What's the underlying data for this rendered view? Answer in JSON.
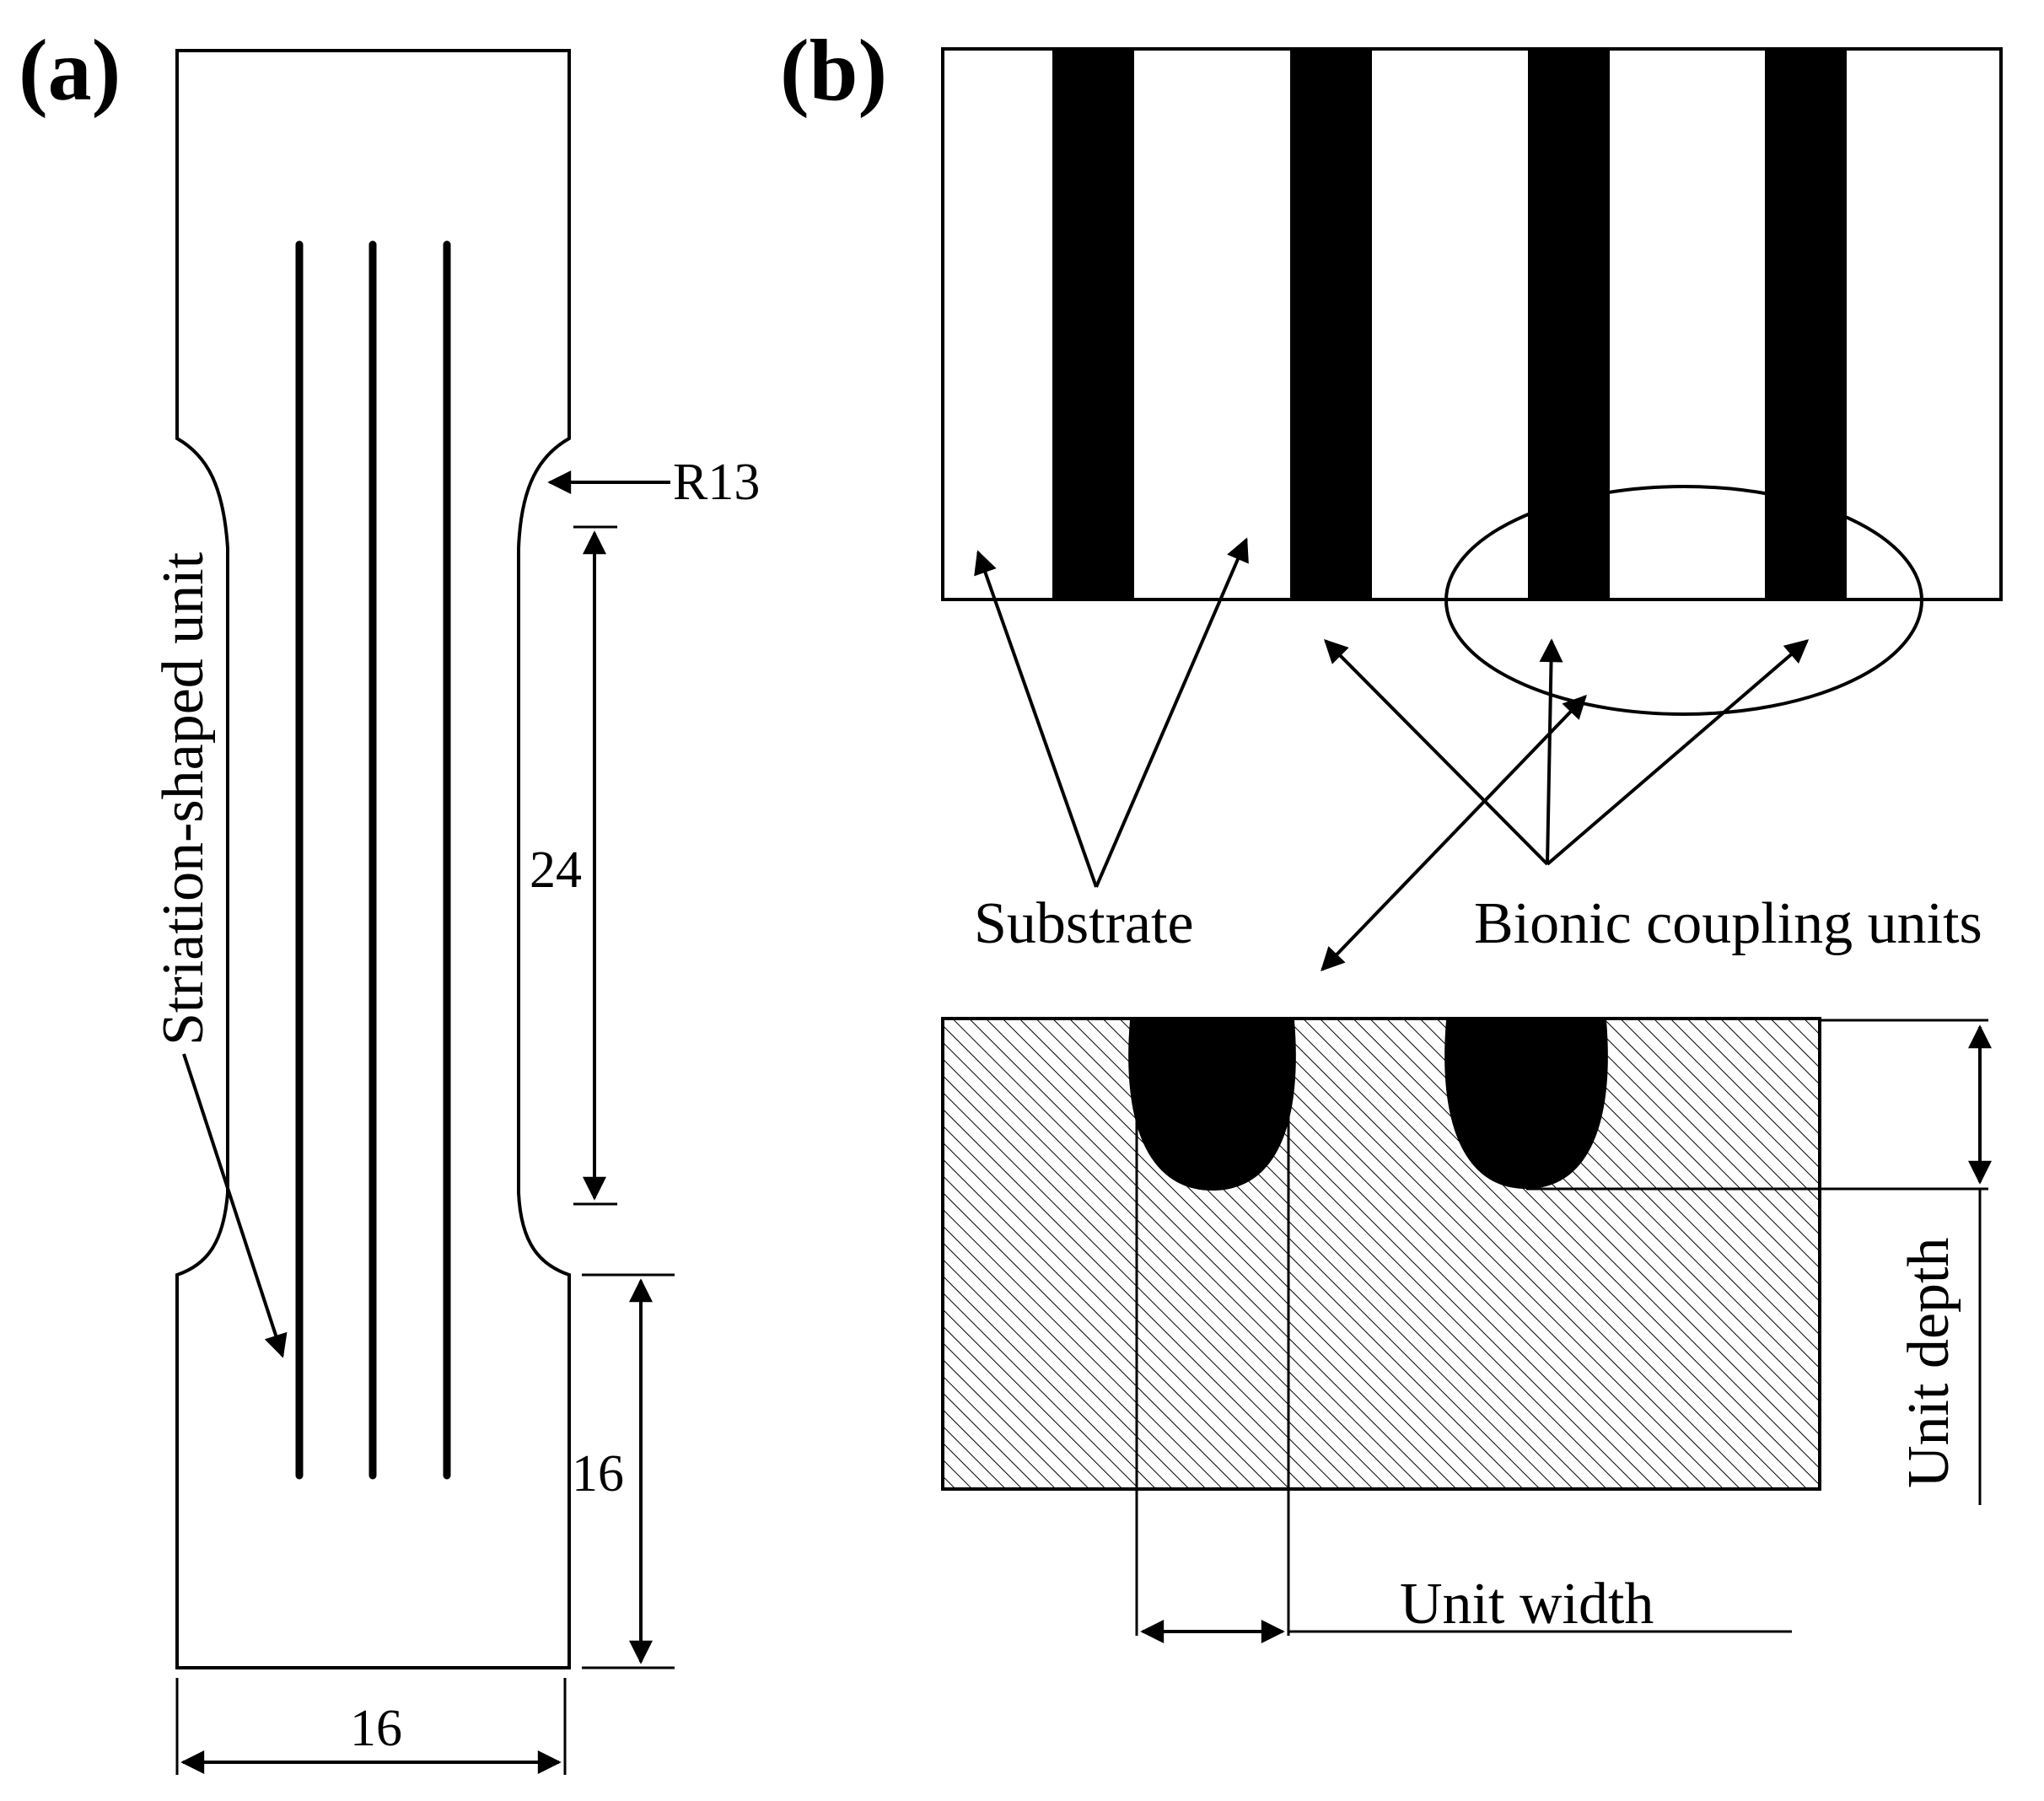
{
  "panel_a": {
    "label": "(a)",
    "radius_label": "R13",
    "gauge_length": "24",
    "grip_length": "16",
    "width": "16",
    "striation_label": "Striation-shaped unit"
  },
  "panel_b": {
    "label": "(b)",
    "substrate_label": "Substrate",
    "units_label": "Bionic coupling units",
    "unit_depth_label": "Unit depth",
    "unit_width_label": "Unit width"
  },
  "colors": {
    "ink": "#000000",
    "paper": "#ffffff"
  }
}
